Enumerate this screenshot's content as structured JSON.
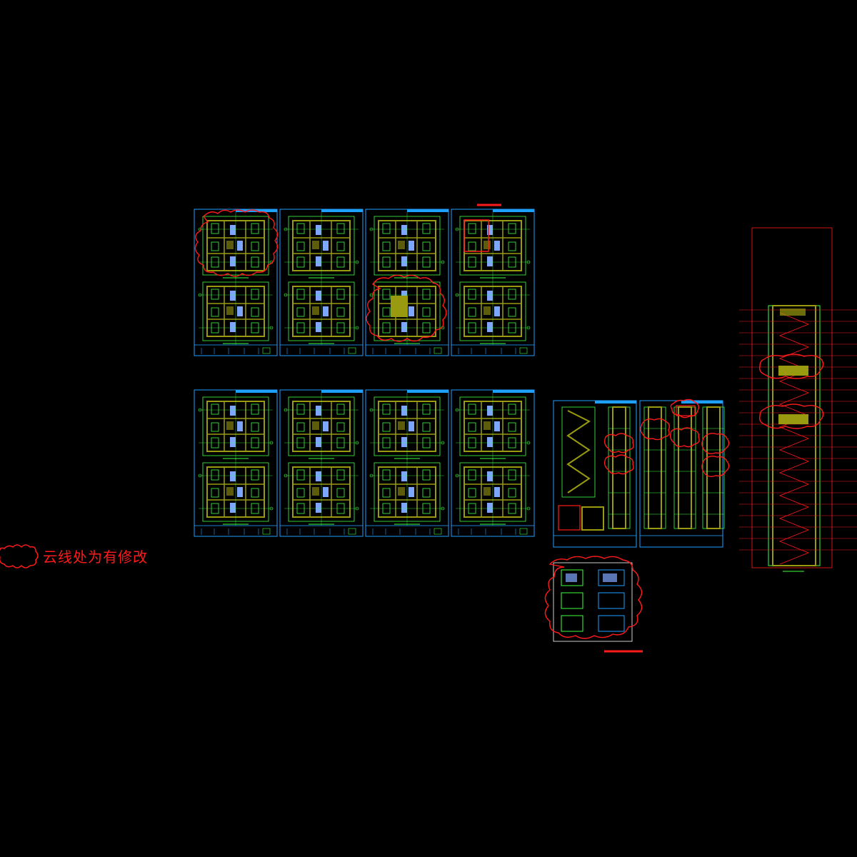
{
  "legend": {
    "text": "云线处为有修改",
    "symbol": "revision-cloud",
    "color": "#ff1a1a"
  },
  "colors": {
    "background": "#000000",
    "sheet_frame": "#1ea0ff",
    "plan_lines": "#40ff40",
    "walls": "#9a9a10",
    "fixtures": "#7fa6ff",
    "revision": "#ff1a1a",
    "title_block": "#1ea0ff"
  },
  "sheets": {
    "floor_plan_sheets": 8,
    "section_sheets": 2,
    "detail_sheet": 1,
    "long_section_sheet": 1
  }
}
